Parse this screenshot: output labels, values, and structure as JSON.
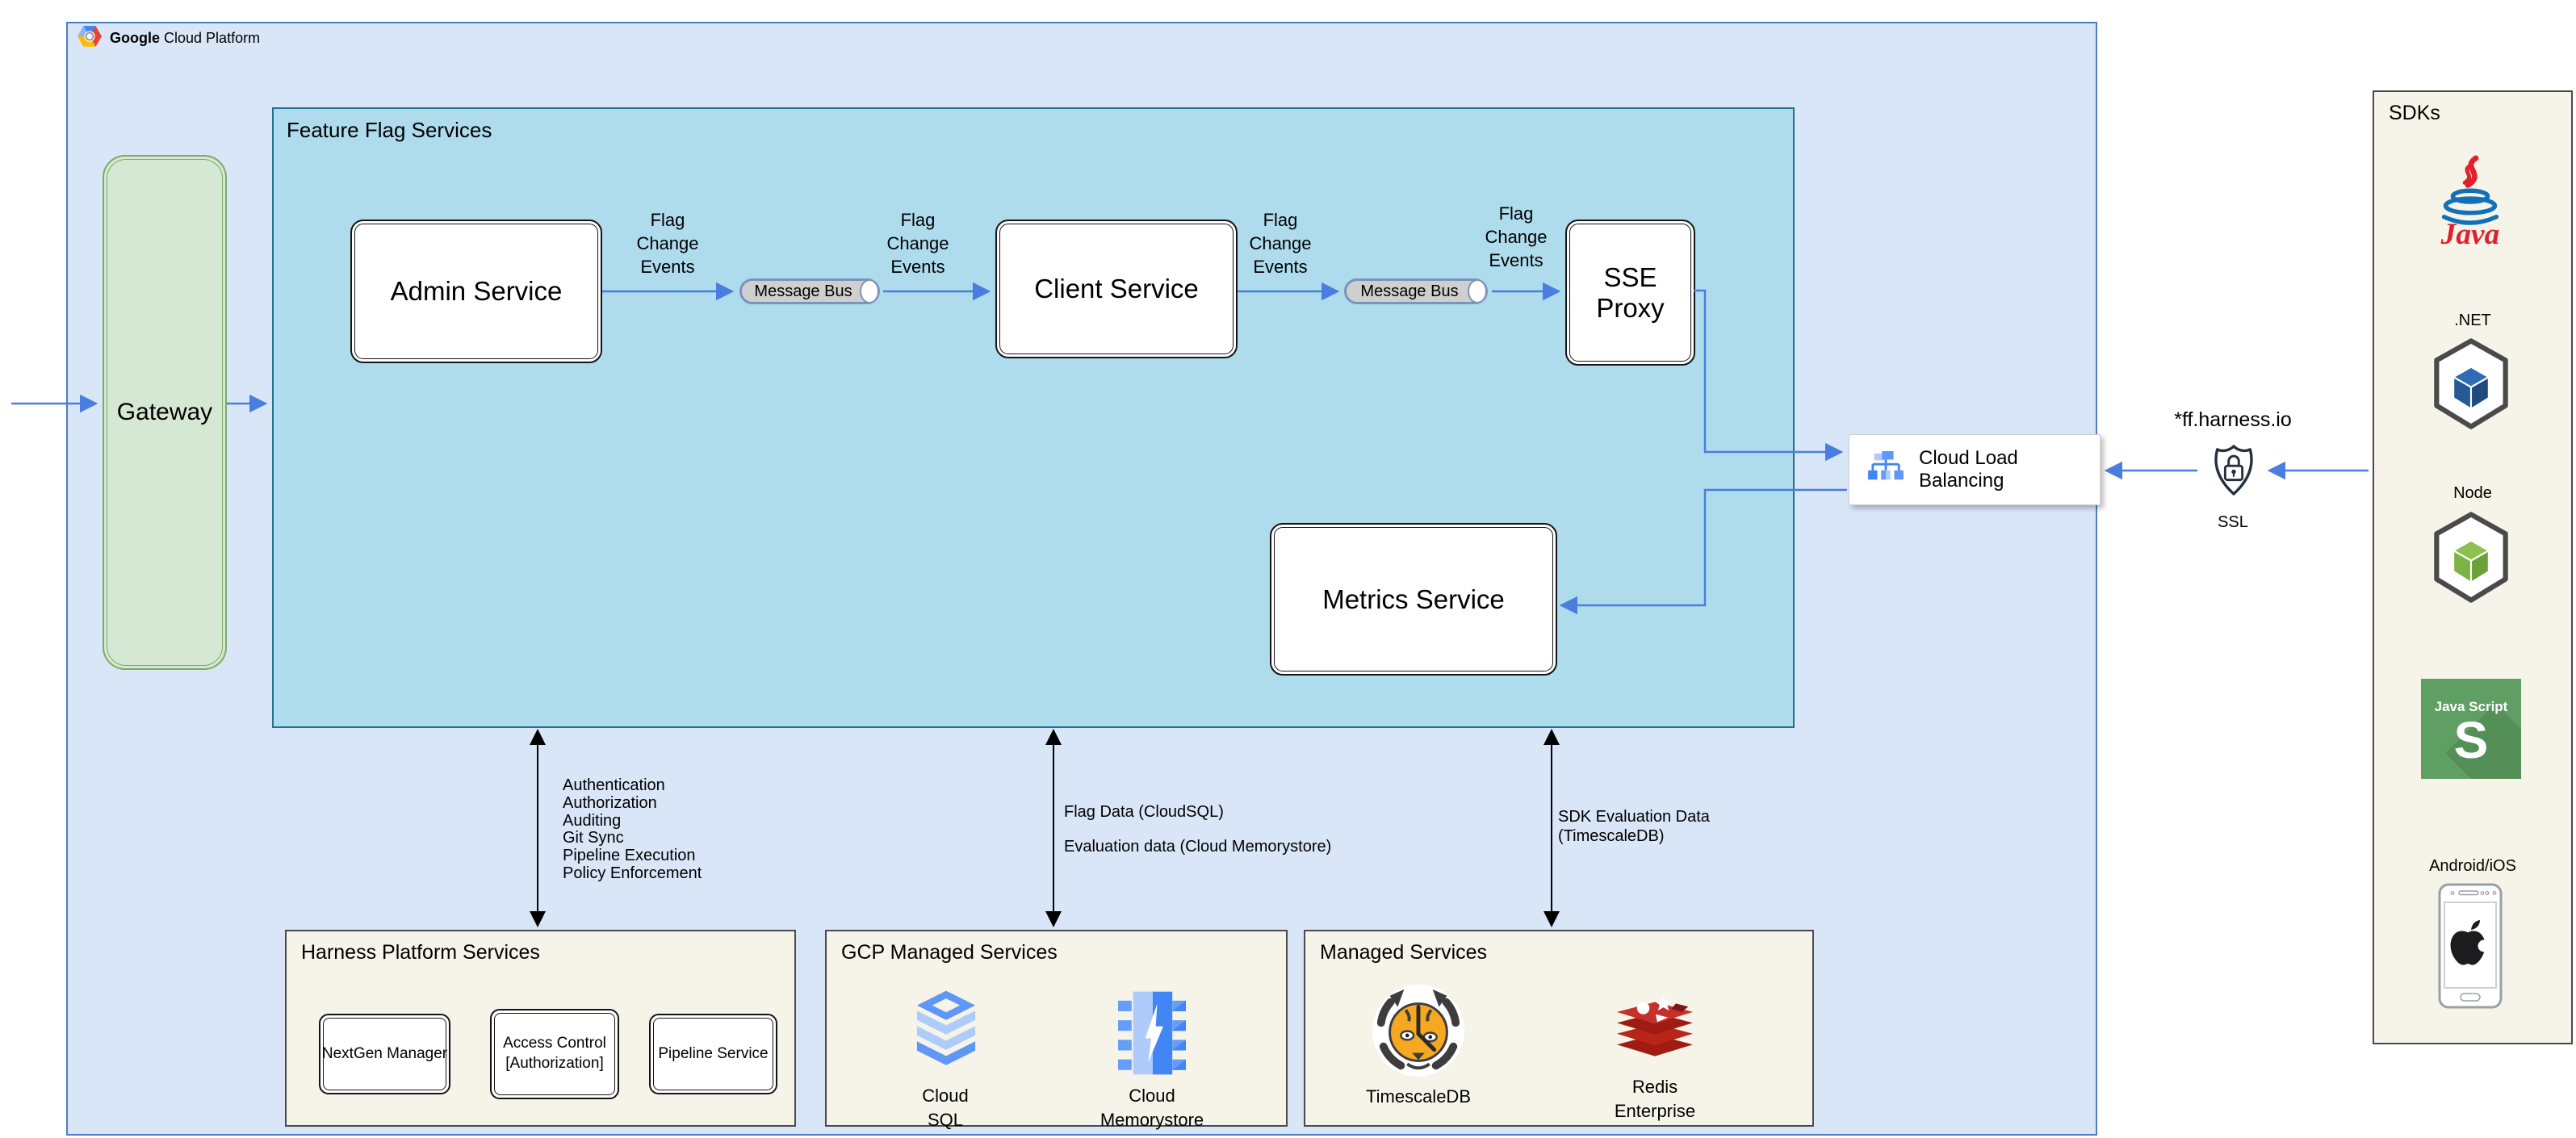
{
  "header": {
    "brand_primary": "Google",
    "brand_secondary": "Cloud Platform"
  },
  "gateway": {
    "label": "Gateway"
  },
  "ffs": {
    "title": "Feature Flag Services",
    "nodes": {
      "admin": "Admin Service",
      "client": "Client Service",
      "sse": "SSE\nProxy",
      "metrics": "Metrics Service"
    },
    "buses": [
      {
        "label": "Message Bus"
      },
      {
        "label": "Message Bus"
      }
    ],
    "event_labels": [
      "Flag\nChange\nEvents",
      "Flag\nChange\nEvents",
      "Flag\nChange\nEvents",
      "Flag\nChange\nEvents"
    ]
  },
  "load_balancing": {
    "label": "Cloud Load Balancing"
  },
  "ingress": {
    "domain": "*ff.harness.io",
    "ssl_label": "SSL"
  },
  "sdks": {
    "title": "SDKs",
    "java_label": "Java",
    "dotnet_label": ".NET",
    "node_label": "Node",
    "js_title": "Java Script",
    "js_letter": "S",
    "mobile_label": "Android/iOS"
  },
  "connector_labels": {
    "platform": "Authentication\nAuthorization\nAuditing\nGit Sync\nPipeline Execution\nPolicy Enforcement",
    "flag_data": "Flag Data (CloudSQL)",
    "evaluation_data": "Evaluation data (Cloud Memorystore)",
    "sdk_evaluation": "SDK Evaluation Data\n(TimescaleDB)"
  },
  "platform_services": {
    "title": "Harness Platform Services",
    "boxes": [
      "NextGen Manager",
      "Access Control\n[Authorization]",
      "Pipeline Service"
    ]
  },
  "gcp_managed": {
    "title": "GCP Managed Services",
    "items": [
      {
        "label": "Cloud\nSQL"
      },
      {
        "label": "Cloud\nMemorystore"
      }
    ]
  },
  "managed": {
    "title": "Managed Services",
    "items": [
      {
        "label": "TimescaleDB"
      },
      {
        "label": "Redis\nEnterprise"
      }
    ]
  },
  "colors": {
    "arrow_blue": "#4a7de0",
    "arrow_black": "#000000",
    "gcp_fill": "#d9e6f8",
    "ffs_fill": "#aedcec",
    "gateway_fill": "#d5e8d4",
    "panel_fill": "#f6f3e9"
  }
}
